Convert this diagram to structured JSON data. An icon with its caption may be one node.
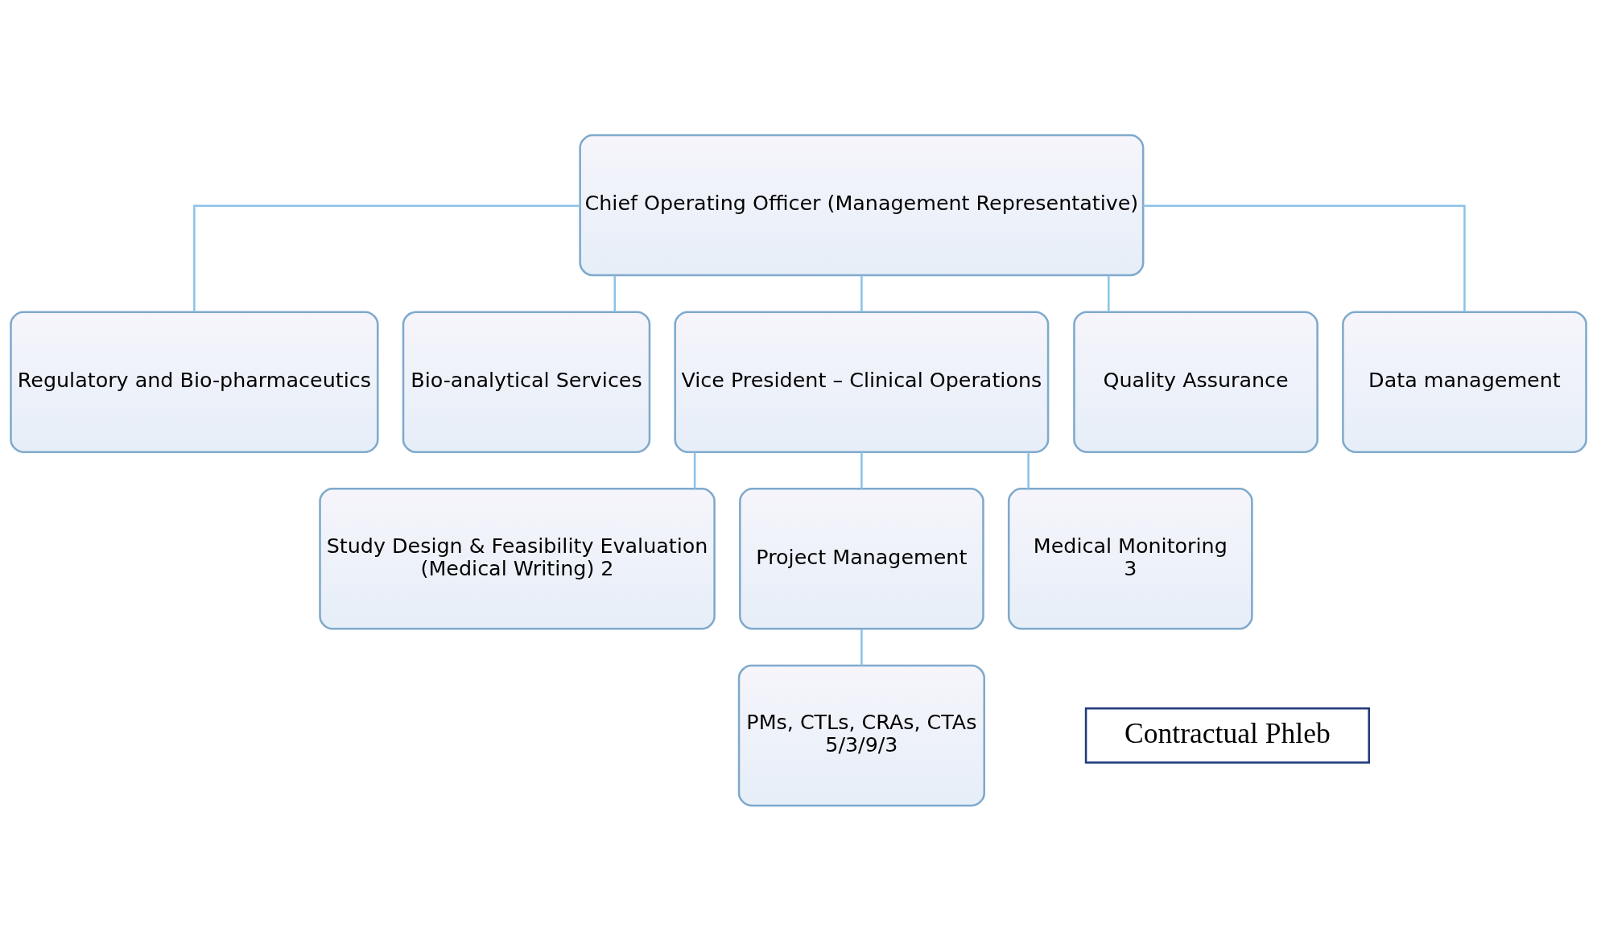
{
  "diagram": {
    "nodes": [
      {
        "text": [
          "Chief Operating Officer (Management Representative)"
        ]
      },
      {
        "text": [
          "Regulatory and Bio-pharmaceutics"
        ]
      },
      {
        "text": [
          "Bio-analytical Services"
        ]
      },
      {
        "text": [
          "Vice President – Clinical Operations"
        ]
      },
      {
        "text": [
          "Quality Assurance"
        ]
      },
      {
        "text": [
          "Data management"
        ]
      },
      {
        "text": [
          "Study Design & Feasibility Evaluation",
          "(Medical Writing) 2"
        ]
      },
      {
        "text": [
          "Project Management"
        ]
      },
      {
        "text": [
          "Medical Monitoring",
          "3"
        ]
      },
      {
        "text": [
          "PMs, CTLs, CRAs, CTAs",
          "5/3/9/3"
        ]
      },
      {
        "text": [
          "Contractual Phleb"
        ]
      }
    ],
    "edges": [
      {
        "from": 0,
        "to": 1,
        "arrow": "none"
      },
      {
        "from": 0,
        "to": 2,
        "arrow": "none"
      },
      {
        "from": 0,
        "to": 3,
        "arrow": "none"
      },
      {
        "from": 0,
        "to": 4,
        "arrow": "none"
      },
      {
        "from": 0,
        "to": 5,
        "arrow": "none"
      },
      {
        "from": 3,
        "to": 6,
        "arrow": "none"
      },
      {
        "from": 3,
        "to": 7,
        "arrow": "none"
      },
      {
        "from": 3,
        "to": 8,
        "arrow": "none"
      },
      {
        "from": 7,
        "to": 9,
        "arrow": "none"
      }
    ]
  }
}
